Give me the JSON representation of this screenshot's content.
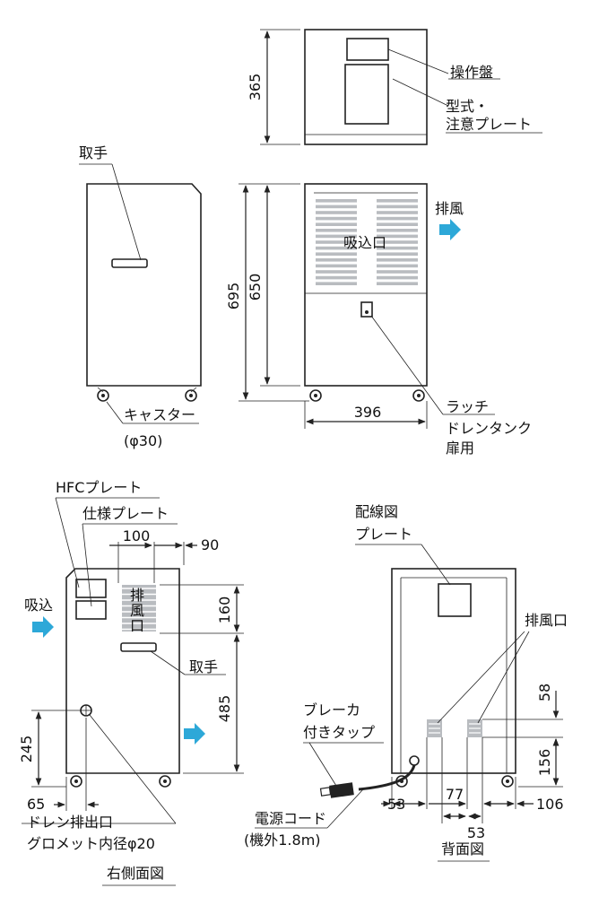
{
  "top_view": {
    "dim_height": "365",
    "label_panel": "操作盤",
    "label_model_1": "型式・",
    "label_model_2": "注意プレート"
  },
  "front_view": {
    "dim_total": "695",
    "dim_body": "650",
    "dim_width": "396",
    "label_intake": "吸込口",
    "label_exhaust": "排風",
    "label_latch_1": "ラッチ",
    "label_latch_2": "ドレンタンク",
    "label_latch_3": "扉用"
  },
  "side_small": {
    "label_handle": "取手",
    "label_caster_1": "キャスター",
    "label_caster_2": "(φ30)"
  },
  "right_side_view": {
    "title": "右側面図",
    "label_hfc": "HFCプレート",
    "label_spec": "仕様プレート",
    "dim_100": "100",
    "dim_90": "90",
    "dim_160": "160",
    "dim_485": "485",
    "dim_245": "245",
    "dim_65": "65",
    "label_intake": "吸込",
    "label_exhaust_1": "排",
    "label_exhaust_2": "風",
    "label_exhaust_3": "口",
    "label_handle": "取手",
    "label_drain_1": "ドレン排出口",
    "label_drain_2": "グロメット内径φ20"
  },
  "back_view": {
    "title": "背面図",
    "label_wiring_1": "配線図",
    "label_wiring_2": "プレート",
    "label_exhaust": "排風口",
    "label_breaker_1": "ブレーカ",
    "label_breaker_2": "付きタップ",
    "label_cord_1": "電源コード",
    "label_cord_2": "(機外1.8m)",
    "dim_58": "58",
    "dim_156": "156",
    "dim_53a": "53",
    "dim_77": "77",
    "dim_53b": "53",
    "dim_106": "106"
  },
  "colors": {
    "arrow": "#2da8d8",
    "grille": "#b9bcc0",
    "line": "#222222"
  }
}
